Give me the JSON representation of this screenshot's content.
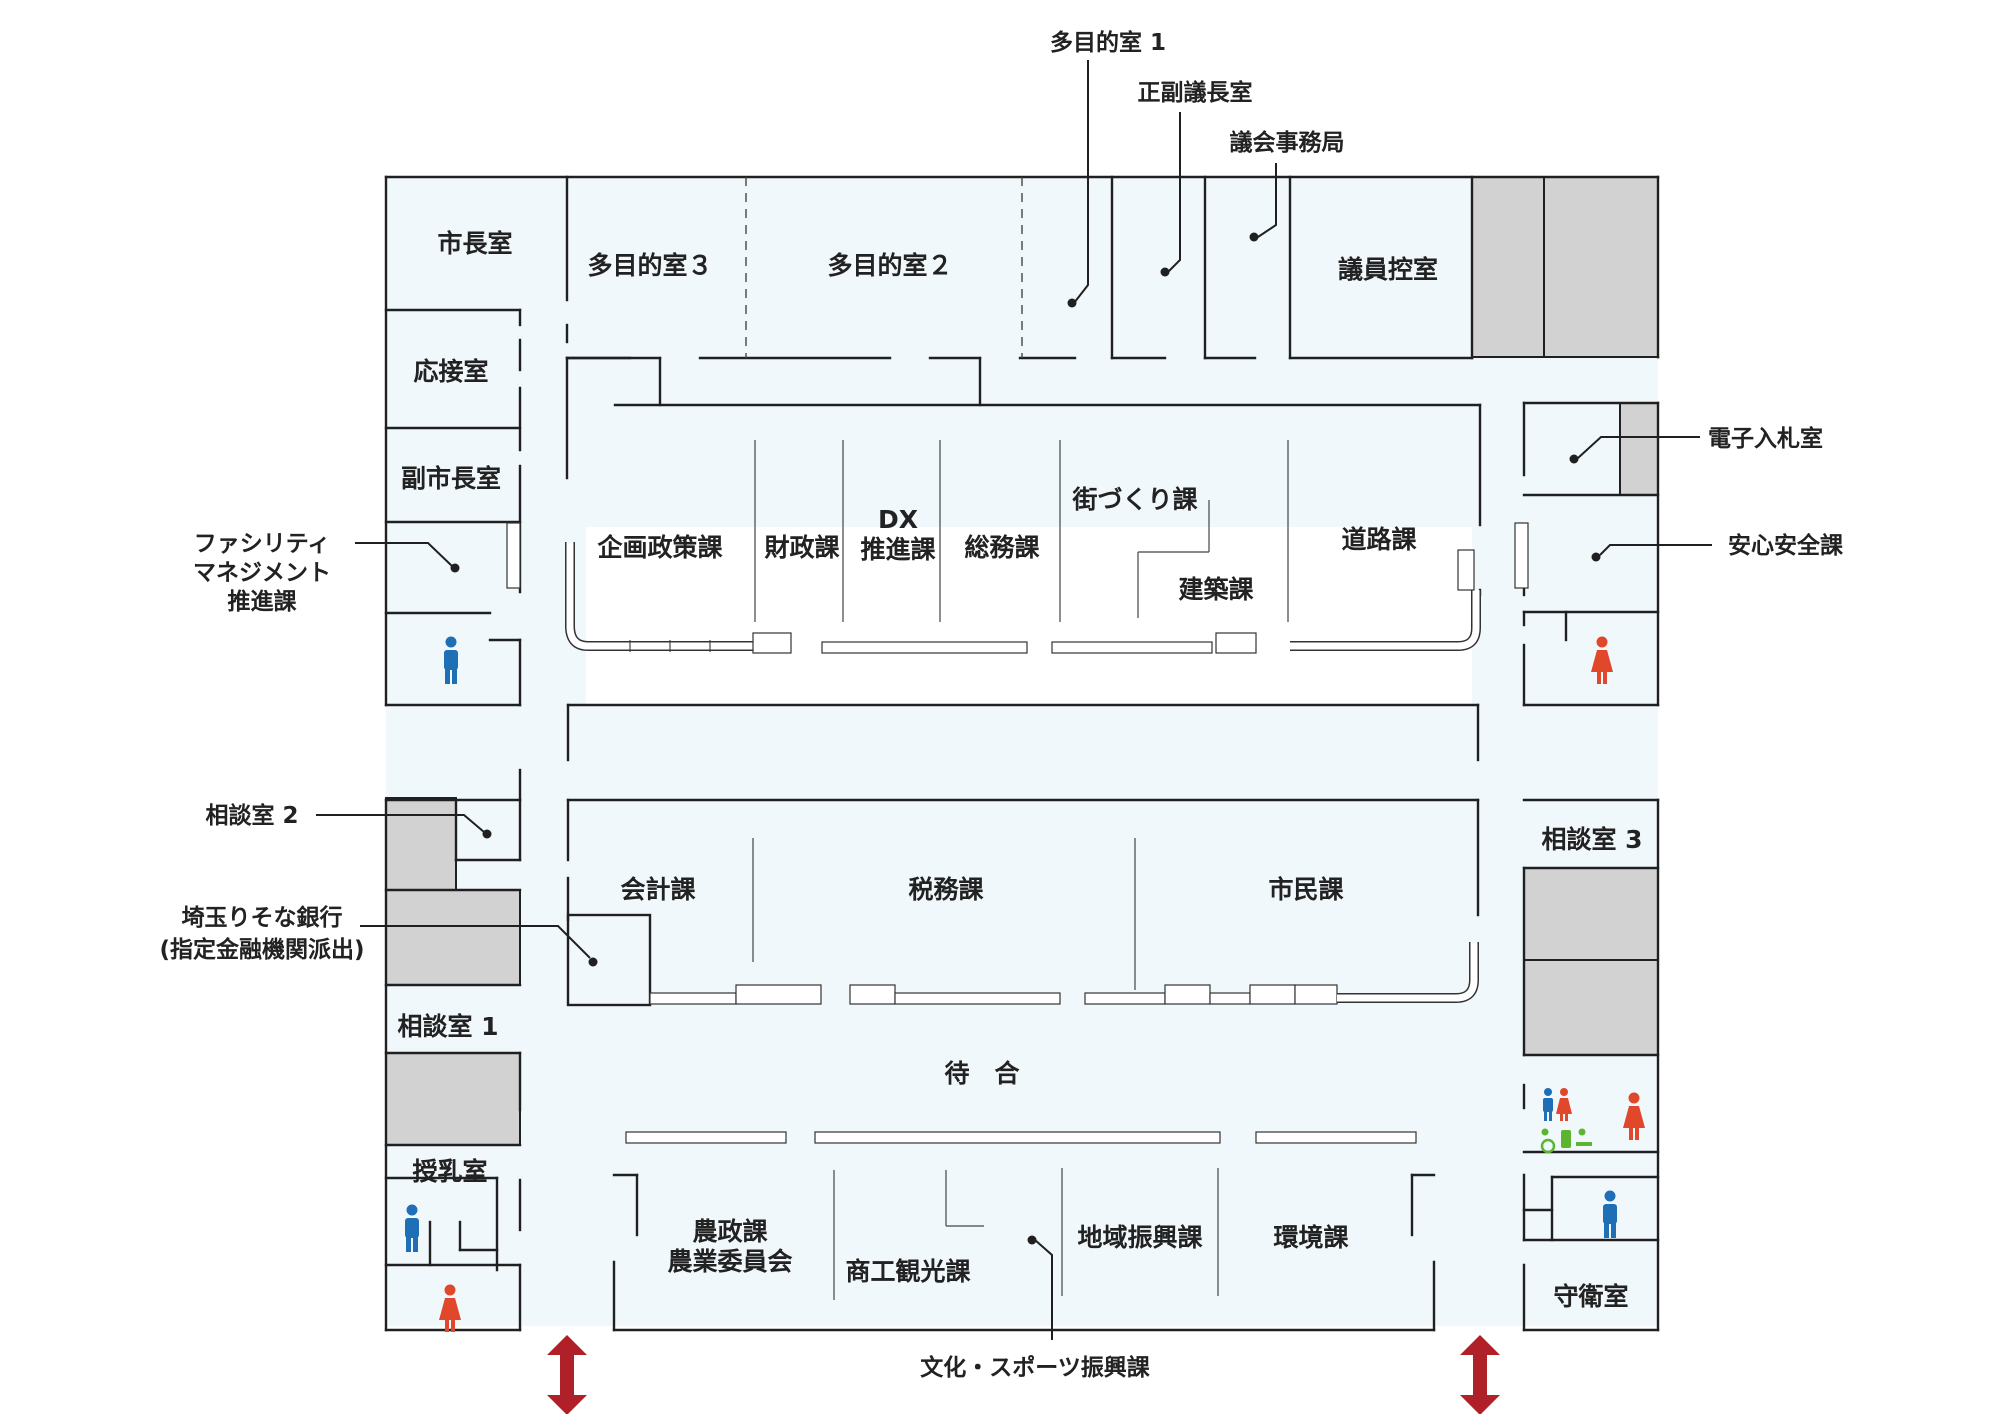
{
  "colors": {
    "floor": "#f1f8fc",
    "wall": "#202020",
    "unused_area": "#d2d2d2",
    "male_icon": "#1f6fb6",
    "female_icon": "#e1472b",
    "accessible_icon": "#5bb531",
    "entrance_arrow": "#b02028"
  },
  "rooms": {
    "mayor_office": "市長室",
    "reception_room": "応接室",
    "deputy_mayor_office": "副市長室",
    "multipurpose_3": "多目的室３",
    "multipurpose_2": "多目的室２",
    "assembly_members_room": "議員控室",
    "planning_policy": "企画政策課",
    "finance": "財政課",
    "dx_line1": "DX",
    "dx_line2": "推進課",
    "general_affairs": "総務課",
    "town_planning": "街づくり課",
    "building": "建築課",
    "roads": "道路課",
    "accounting": "会計課",
    "taxation": "税務課",
    "citizens": "市民課",
    "waiting_area": "待　合",
    "consultation_1": "相談室 1",
    "consultation_3": "相談室 3",
    "nursing_room": "授乳室",
    "agri_line1": "農政課",
    "agri_line2": "農業委員会",
    "commerce_tourism": "商工観光課",
    "regional_promotion": "地域振興課",
    "environment": "環境課",
    "guard_room": "守衛室"
  },
  "callouts": {
    "multipurpose_1": "多目的室 1",
    "chair_vice_chair": "正副議長室",
    "assembly_secretariat": "議会事務局",
    "electronic_bidding": "電子入札室",
    "safety": "安心安全課",
    "facility_line1": "ファシリティ",
    "facility_line2": "マネジメント",
    "facility_line3": "推進課",
    "consultation_2": "相談室 2",
    "bank_line1": "埼玉りそな銀行",
    "bank_line2": "(指定金融機関派出)",
    "culture_sports": "文化・スポーツ振興課"
  },
  "icons": {
    "restroom_male": "male-figure-icon",
    "restroom_female": "female-figure-icon",
    "multipurpose_toilet": "accessible-toilet-icon",
    "entrance": "double-arrow-icon"
  }
}
